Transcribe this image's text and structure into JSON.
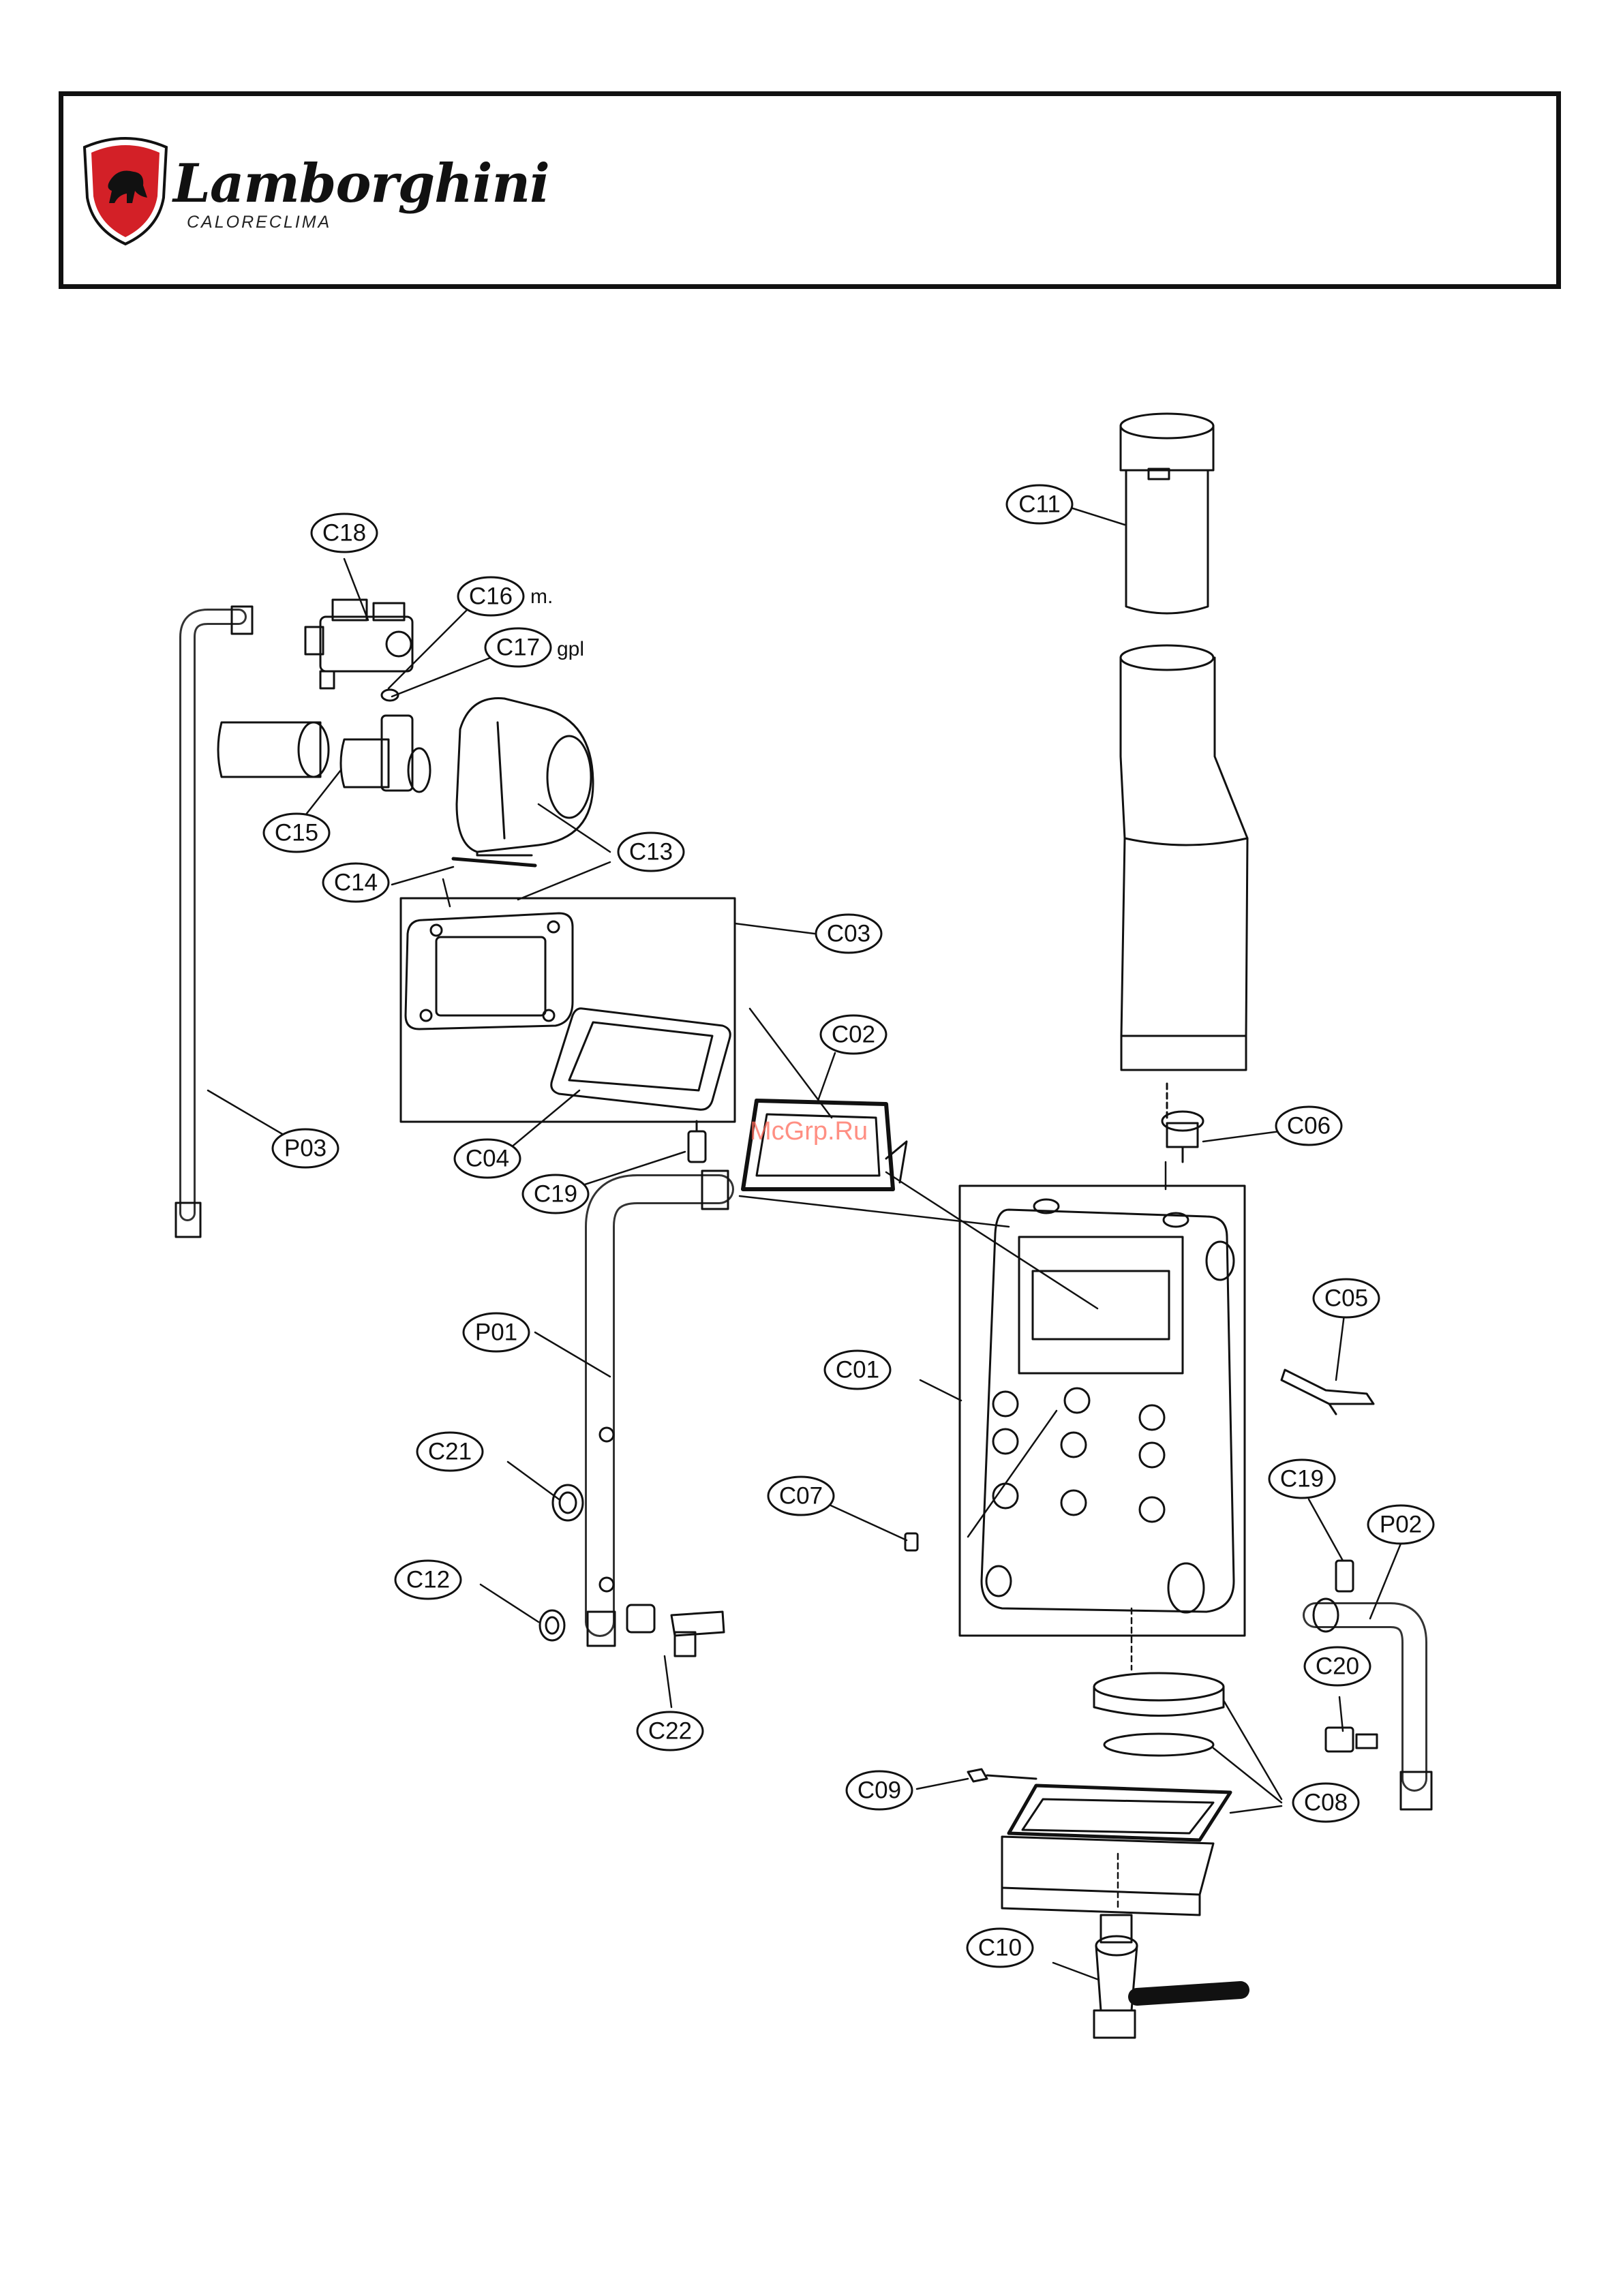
{
  "header": {
    "brand_name": "Lamborghini",
    "brand_sub": "CALORECLIMA"
  },
  "callouts": {
    "c18": "C18",
    "c16": "C16",
    "c17": "C17",
    "c15": "C15",
    "c13": "C13",
    "c14": "C14",
    "c03": "C03",
    "c02": "C02",
    "c04": "C04",
    "c19a": "C19",
    "c11": "C11",
    "c06": "C06",
    "p03": "P03",
    "c05": "C05",
    "p01": "P01",
    "c01": "C01",
    "c21": "C21",
    "c19b": "C19",
    "c07": "C07",
    "p02": "P02",
    "c12": "C12",
    "c20": "C20",
    "c22": "C22",
    "c09": "C09",
    "c08": "C08",
    "c10": "C10"
  },
  "notes": {
    "c16_suffix": "m.",
    "c17_suffix": "gpl"
  },
  "watermark": "McGrp.Ru",
  "colors": {
    "line": "#111111",
    "logo_red": "#d32027",
    "watermark": "#ff6a5a"
  }
}
